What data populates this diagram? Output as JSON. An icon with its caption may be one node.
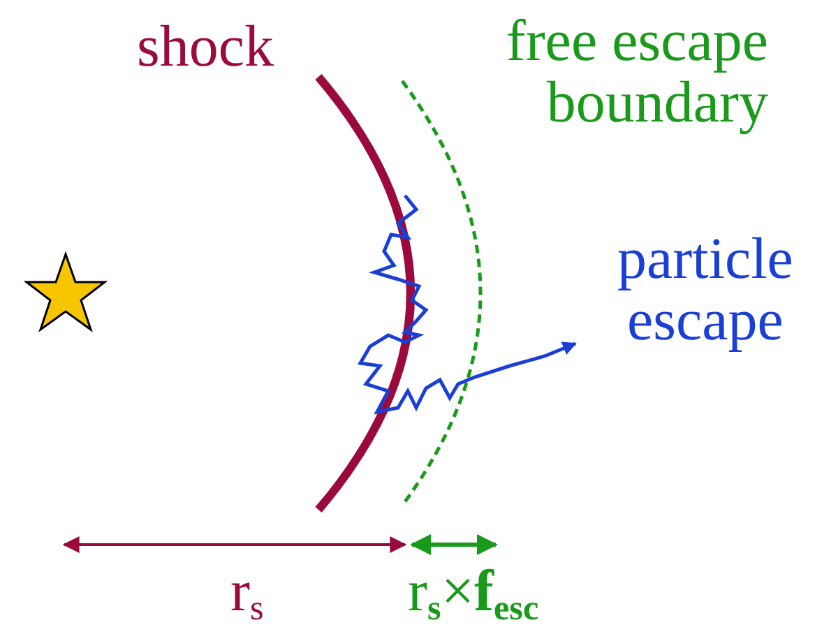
{
  "diagram": {
    "labels": [
      "shock",
      "free escape boundary",
      "particle escape",
      "r$_{s}$",
      "r$_{s}$×**f**$_{esc}$"
    ]
  }
}
